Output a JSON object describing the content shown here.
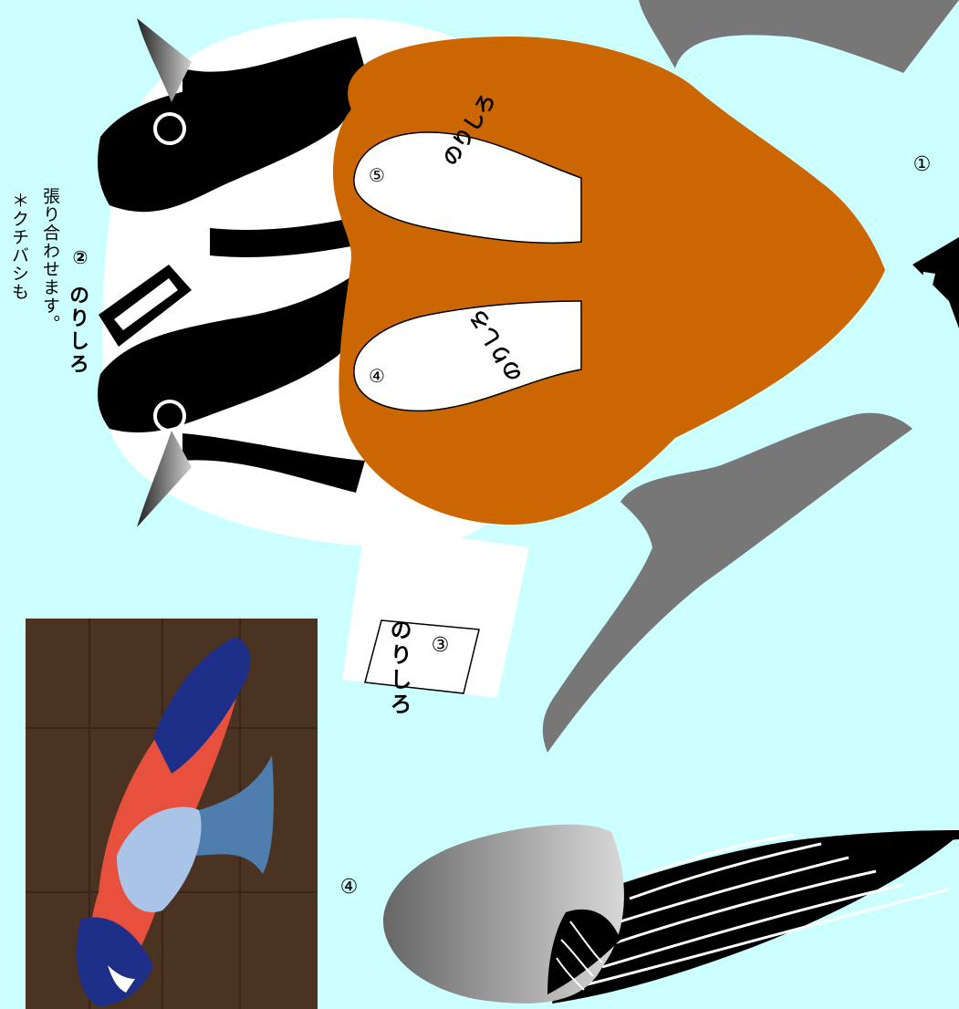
{
  "notes": {
    "line1": "＊クチバシも",
    "line2": "張り合わせます。"
  },
  "glue_tabs": {
    "tab2": {
      "label": "のりしろ",
      "number": "②"
    },
    "tab3": {
      "label": "のりしろ",
      "number": "③"
    },
    "tab4": {
      "label": "のりしろ",
      "number": "④"
    },
    "tab5": {
      "label": "のりしろ",
      "number": "⑤"
    }
  },
  "part_numbers": {
    "wing": "④",
    "tail": "①"
  },
  "colors": {
    "background": "#ccffff",
    "breast": "#cc6600",
    "legs": "#777777",
    "head_black": "#000000",
    "photo_wood": "#4b3322",
    "photo_bird_blue": "#1e2f8a",
    "photo_bird_red": "#e8503e"
  },
  "icons": {
    "photo": "finished-papercraft-bird-photo"
  }
}
